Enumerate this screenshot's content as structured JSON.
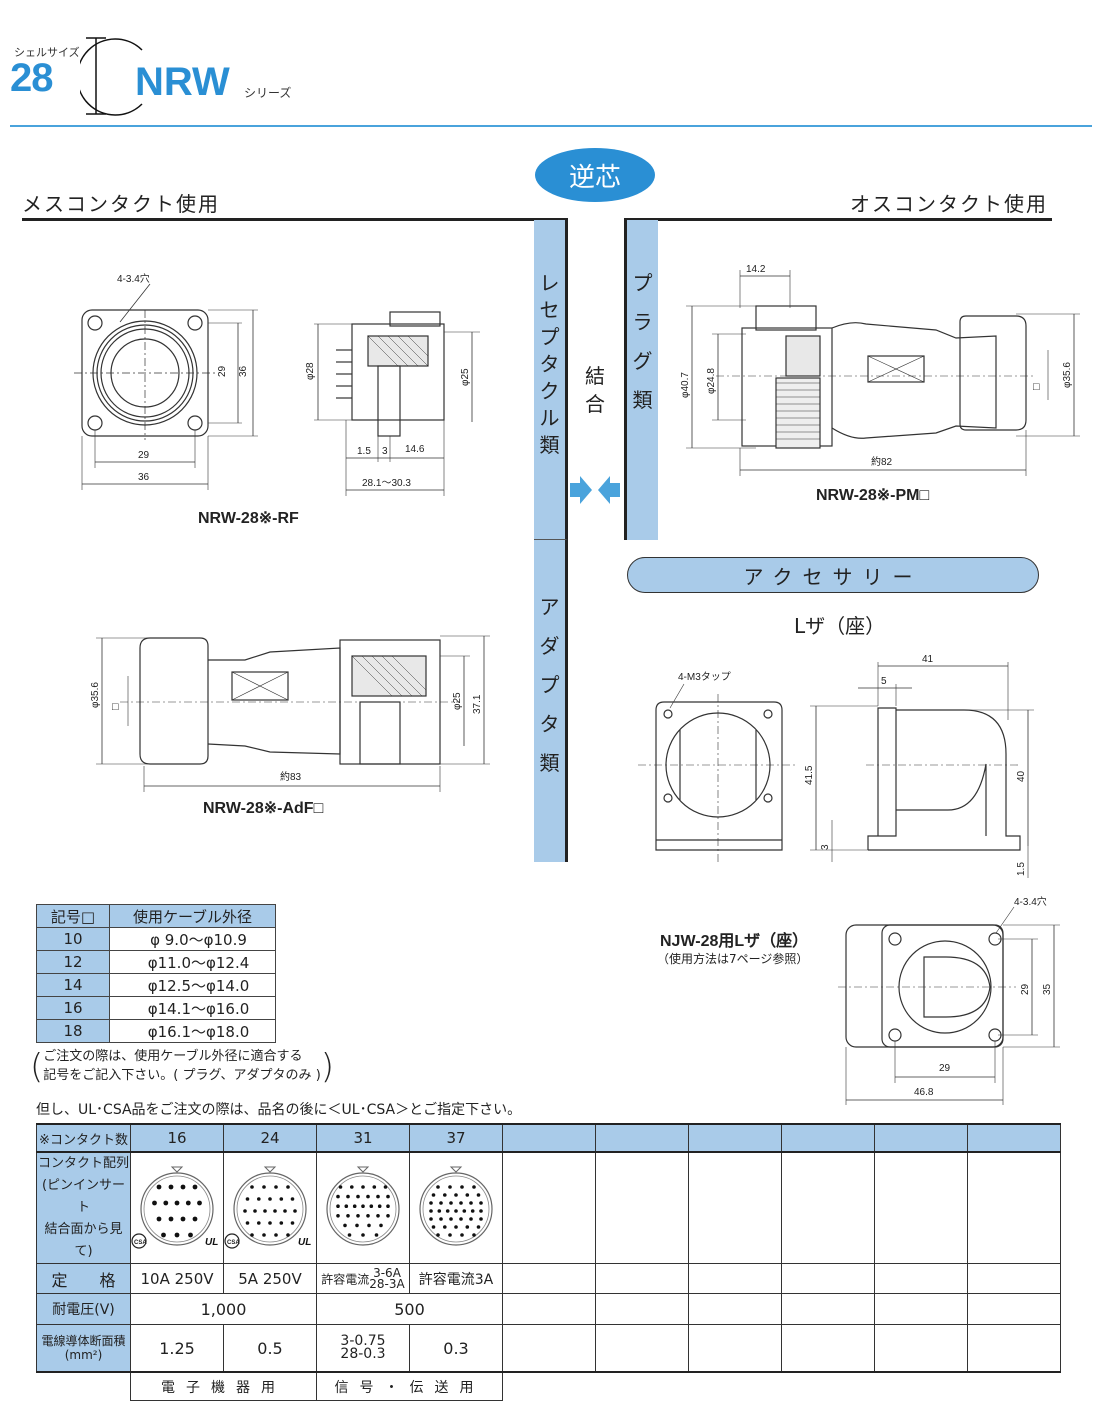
{
  "header": {
    "shell_label": "シェルサイズ",
    "shell_size": "28",
    "series_name": "NRW",
    "series_suffix": "シリーズ"
  },
  "reverse_badge": "逆芯",
  "sections": {
    "female": "メスコンタクト使用",
    "male": "オスコンタクト使用"
  },
  "vertical_labels": {
    "receptacle": [
      "レ",
      "セ",
      "プ",
      "タ",
      "ク",
      "ル",
      "類"
    ],
    "plug": [
      "プ",
      "ラ",
      "グ",
      "類"
    ],
    "adapter": [
      "ア",
      "ダ",
      "プ",
      "タ",
      "類"
    ],
    "mate": [
      "結",
      "合"
    ]
  },
  "accent_color": "#2a8fd4",
  "band_color": "#a9cbe9",
  "drawings": {
    "rf": {
      "caption": "NRW-28※-RF",
      "hole_note": "4-3.4穴",
      "dims": [
        "29",
        "36",
        "29",
        "36",
        "φ28",
        "φ25",
        "1.5",
        "3",
        "14.6",
        "28.1〜30.3"
      ]
    },
    "pm": {
      "caption": "NRW-28※-PM□",
      "dims": [
        "14.2",
        "φ40.7",
        "φ24.8",
        "φ35.6",
        "□",
        "約82"
      ]
    },
    "adf": {
      "caption": "NRW-28※-AdF□",
      "dims": [
        "φ35.6",
        "□",
        "φ25",
        "37.1",
        "約83"
      ]
    }
  },
  "accessory": {
    "title": "アクセサリー",
    "lza_title": "Lザ（座）",
    "lza_tap_note": "4-M3タップ",
    "lza_dims": [
      "41",
      "5",
      "41.5",
      "40",
      "3",
      "1.5"
    ],
    "njw_title": "NJW-28用Lザ（座）",
    "njw_sub": "（使用方法は7ページ参照）",
    "njw_hole_note": "4-3.4穴",
    "njw_dims": [
      "29",
      "35",
      "29",
      "46.8"
    ]
  },
  "cable_table": {
    "headers": [
      "記号□",
      "使用ケーブル外径"
    ],
    "rows": [
      {
        "code": "10",
        "range": "φ  9.0〜φ10.9"
      },
      {
        "code": "12",
        "range": "φ11.0〜φ12.4"
      },
      {
        "code": "14",
        "range": "φ12.5〜φ14.0"
      },
      {
        "code": "16",
        "range": "φ14.1〜φ16.0"
      },
      {
        "code": "18",
        "range": "φ16.1〜φ18.0"
      }
    ],
    "note_line1": "ご注文の際は、使用ケーブル外径に適合する",
    "note_line2": "記号をご記入下さい。( プラグ、アダプタのみ )"
  },
  "ul_note": "但し、UL･CSA品をご注文の際は、品名の後に＜UL･CSA＞とご指定下さい。",
  "spec_table": {
    "row_labels": {
      "contacts": "※コンタクト数",
      "layout_1": "コンタクト配列",
      "layout_2": "(ピンインサート",
      "layout_3": "結合面から見て)",
      "rating": "定　　格",
      "voltage": "耐電圧(V)",
      "wire_1": "電線導体断面積",
      "wire_2": "(mm²)"
    },
    "contacts": [
      "16",
      "24",
      "31",
      "37"
    ],
    "rating": [
      "10A 250V",
      "5A 250V"
    ],
    "rating_31_prefix": "許容電流",
    "rating_31_a": "3-6A",
    "rating_31_b": "28-3A",
    "rating_37": "許容電流3A",
    "voltage": [
      "1,000",
      "500"
    ],
    "wire": [
      "1.25",
      "0.5"
    ],
    "wire_31_a": "3-0.75",
    "wire_31_b": "28-0.3",
    "wire_37": "0.3",
    "usage": [
      "電子機器用",
      "信号・伝送用"
    ],
    "cert_marks": [
      "CSA",
      "UL"
    ]
  }
}
